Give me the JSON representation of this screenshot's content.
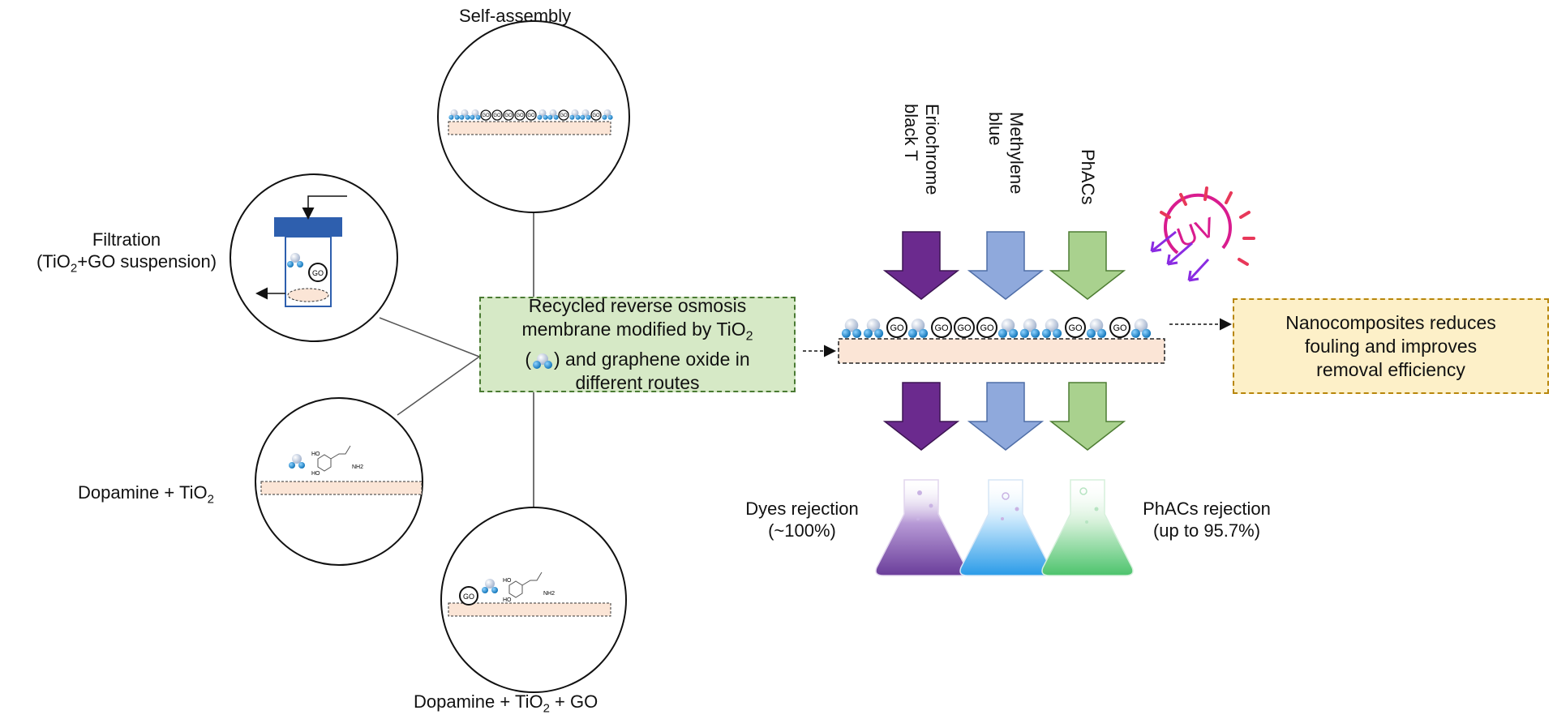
{
  "routes": {
    "self_assembly": "Self-assembly",
    "filtration_line1": "Filtration",
    "filtration_line2_a": "(TiO",
    "filtration_line2_sub": "2",
    "filtration_line2_b": "+GO suspension)",
    "dopamine_tio2_a": "Dopamine + TiO",
    "dopamine_tio2_sub": "2",
    "dopamine_tio2_go_a": "Dopamine + TiO",
    "dopamine_tio2_go_sub": "2",
    "dopamine_tio2_go_b": " + GO"
  },
  "center_box": {
    "line1": "Recycled reverse osmosis",
    "line2_a": "membrane modified by TiO",
    "line2_sub": "2",
    "line3_a": "(",
    "line3_b": ") and graphene oxide in",
    "line4": "different routes"
  },
  "pollutants": {
    "eriochrome_line1": "Eriochrome",
    "eriochrome_line2": "black T",
    "methylene_line1": "Methylene",
    "methylene_line2": "blue",
    "phacs": "PhACs"
  },
  "uv_label": "UV",
  "go_label": "GO",
  "membrane_molecule_labels": {
    "ho_top": "HO",
    "ho_bottom": "HO",
    "nh2": "NH2"
  },
  "result_box": {
    "line1": "Nanocomposites reduces",
    "line2": "fouling and improves",
    "line3": "removal efficiency"
  },
  "outcomes": {
    "dyes_line1": "Dyes rejection",
    "dyes_line2": "(~100%)",
    "phacs_line1": "PhACs rejection",
    "phacs_line2": "(up to 95.7%)"
  },
  "colors": {
    "eriochrome_arrow": "#6b2a8e",
    "methylene_arrow": "#8fa9dc",
    "phacs_arrow": "#a9d18e",
    "membrane_fill": "#fbe5d6",
    "center_box_fill": "#d6e9c6",
    "result_box_fill": "#fdf0c8",
    "uv_color": "#d91c8f",
    "uv_ray_color": "#e8385a",
    "uv_arrow_color": "#8a2be2",
    "tio2_light": "#c9d4e8",
    "tio2_blue": "#1e8fd6"
  }
}
